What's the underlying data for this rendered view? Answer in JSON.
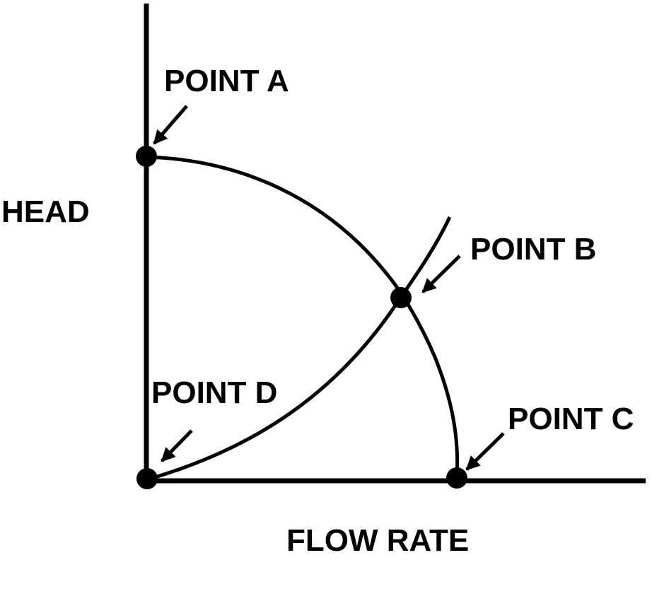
{
  "diagram": {
    "axes": {
      "x_label": "FLOW RATE",
      "y_label": "HEAD"
    },
    "points": {
      "a": {
        "label": "POINT A"
      },
      "b": {
        "label": "POINT B"
      },
      "c": {
        "label": "POINT C"
      },
      "d": {
        "label": "POINT D"
      }
    },
    "colors": {
      "ink": "#000000",
      "background": "#ffffff"
    }
  }
}
